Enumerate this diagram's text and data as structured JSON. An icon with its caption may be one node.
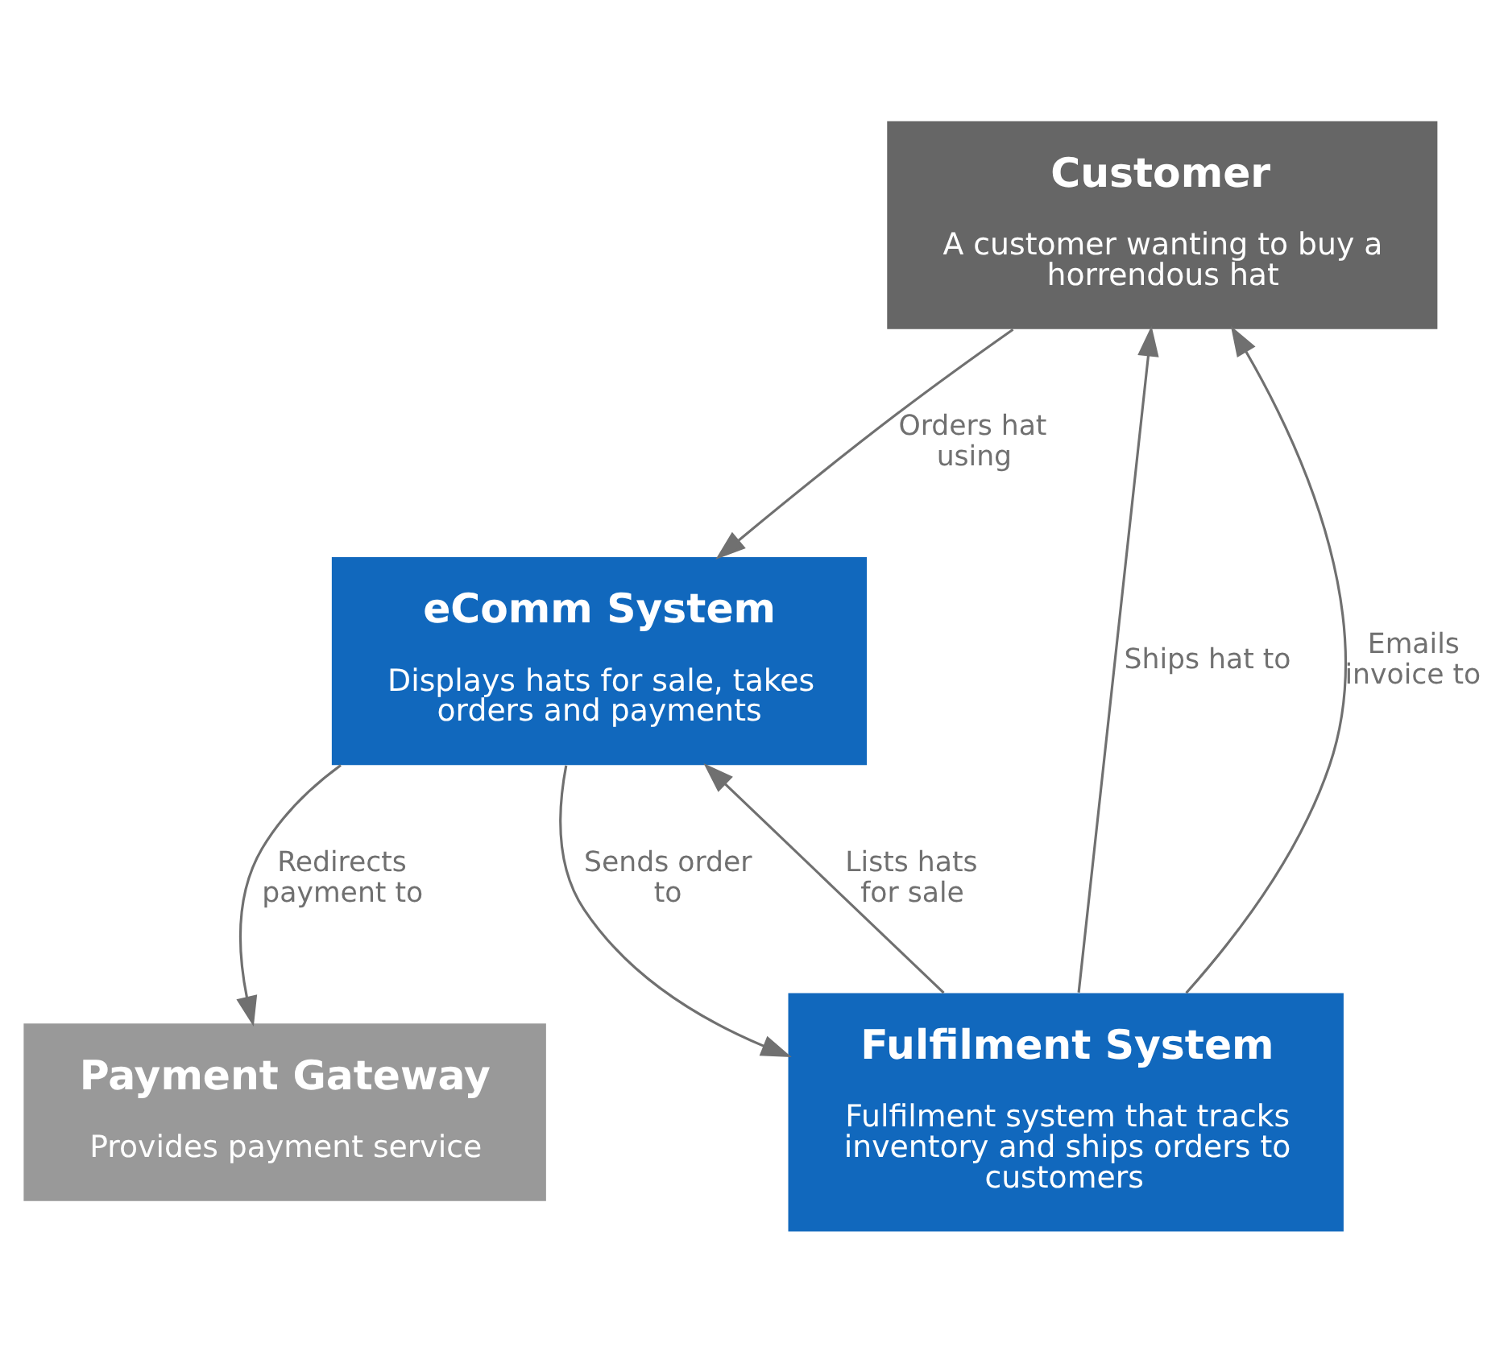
{
  "diagram": {
    "nodes": [
      {
        "text": [
          "Customer",
          "A customer wanting to buy a horrendous hat"
        ]
      },
      {
        "text": [
          "eComm System",
          "Displays hats for sale, takes orders and payments"
        ]
      },
      {
        "text": [
          "Payment Gateway",
          "Provides payment service"
        ]
      },
      {
        "text": [
          "Fulfilment System",
          "Fulfilment system that tracks inventory and ships orders to customers"
        ]
      }
    ],
    "edges": [
      {
        "from": 0,
        "to": 1,
        "arrow": "to",
        "label": "Orders hat using"
      },
      {
        "from": 1,
        "to": 2,
        "arrow": "to",
        "label": "Redirects payment to"
      },
      {
        "from": 1,
        "to": 3,
        "arrow": "to",
        "label": "Sends order to"
      },
      {
        "from": 3,
        "to": 1,
        "arrow": "to",
        "label": "Lists hats for sale"
      },
      {
        "from": 3,
        "to": 0,
        "arrow": "to",
        "label": "Ships hat to"
      },
      {
        "from": 3,
        "to": 0,
        "arrow": "to",
        "label": "Emails invoice to"
      }
    ]
  }
}
